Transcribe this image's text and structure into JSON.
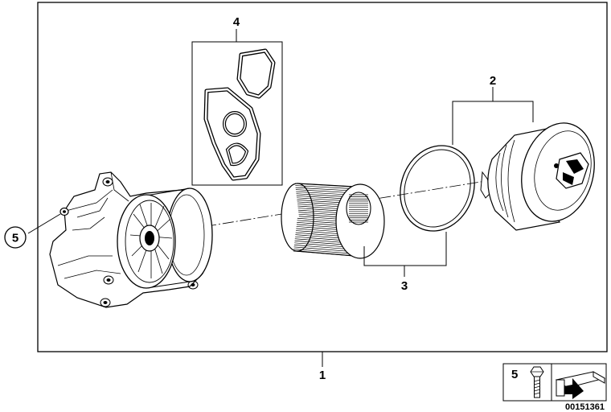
{
  "callouts": {
    "c1": "1",
    "c2": "2",
    "c3": "3",
    "c4": "4",
    "c5": "5"
  },
  "legend": {
    "number": "5"
  },
  "diagram_code": "00151361"
}
